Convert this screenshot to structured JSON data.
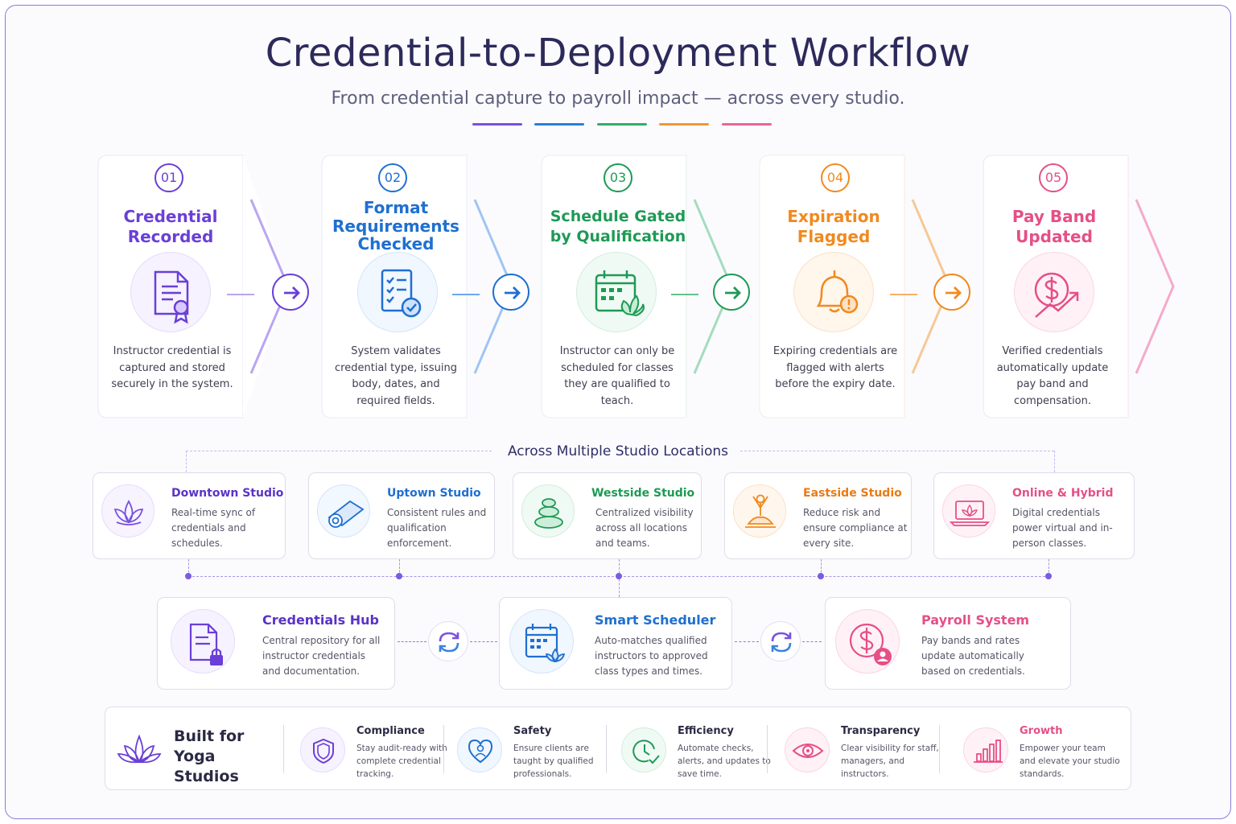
{
  "header": {
    "title": "Credential-to-Deployment Workflow",
    "subtitle": "From credential capture to payroll impact — across every studio."
  },
  "colors": {
    "purple": "#6a3fd6",
    "blue": "#1f6fd0",
    "green": "#1e9a55",
    "orange": "#f08a1f",
    "pink": "#e54f86"
  },
  "steps": [
    {
      "num": "01",
      "title": "Credential Recorded",
      "icon": "certificate-document-icon",
      "desc": "Instructor credential is captured and stored securely in the system."
    },
    {
      "num": "02",
      "title": "Format Requirements Checked",
      "icon": "checklist-icon",
      "desc": "System validates credential type, issuing body, dates, and required fields."
    },
    {
      "num": "03",
      "title": "Schedule Gated by Qualification",
      "icon": "calendar-lotus-icon",
      "desc": "Instructor can only be scheduled for classes they are qualified to teach."
    },
    {
      "num": "04",
      "title": "Expiration Flagged",
      "icon": "alert-bell-icon",
      "desc": "Expiring credentials are flagged with alerts before the expiry date."
    },
    {
      "num": "05",
      "title": "Pay Band Updated",
      "icon": "dollar-growth-icon",
      "desc": "Verified credentials automatically update pay band and compensation."
    }
  ],
  "studios": {
    "label": "Across Multiple Studio Locations",
    "items": [
      {
        "name": "Downtown Studio",
        "icon": "lotus-icon",
        "desc": "Real-time sync of credentials and schedules."
      },
      {
        "name": "Uptown Studio",
        "icon": "yoga-mat-icon",
        "desc": "Consistent rules and qualification enforcement."
      },
      {
        "name": "Westside Studio",
        "icon": "stacked-stones-icon",
        "desc": "Centralized visibility across all locations and teams."
      },
      {
        "name": "Eastside Studio",
        "icon": "meditation-figure-icon",
        "desc": "Reduce risk and ensure compliance at every site."
      },
      {
        "name": "Online & Hybrid",
        "icon": "laptop-lotus-icon",
        "desc": "Digital credentials power virtual and in-person classes."
      }
    ]
  },
  "systems": [
    {
      "name": "Credentials Hub",
      "icon": "locked-document-icon",
      "desc": "Central repository for all instructor credentials and documentation."
    },
    {
      "name": "Smart Scheduler",
      "icon": "calendar-lotus-icon",
      "desc": "Auto-matches qualified instructors to approved class types and times."
    },
    {
      "name": "Payroll System",
      "icon": "dollar-person-icon",
      "desc": "Pay bands and rates update automatically based on credentials."
    }
  ],
  "footer": {
    "brand": "Built for Yoga Studios",
    "benefits": [
      {
        "name": "Compliance",
        "icon": "shield-icon",
        "desc": "Stay audit-ready with complete credential tracking."
      },
      {
        "name": "Safety",
        "icon": "heart-person-icon",
        "desc": "Ensure clients are taught by qualified professionals."
      },
      {
        "name": "Efficiency",
        "icon": "clock-icon",
        "desc": "Automate checks, alerts, and updates to save time."
      },
      {
        "name": "Transparency",
        "icon": "eye-icon",
        "desc": "Clear visibility for staff, managers, and instructors."
      },
      {
        "name": "Growth",
        "icon": "bar-chart-icon",
        "desc": "Empower your team and elevate your studio standards."
      }
    ]
  }
}
